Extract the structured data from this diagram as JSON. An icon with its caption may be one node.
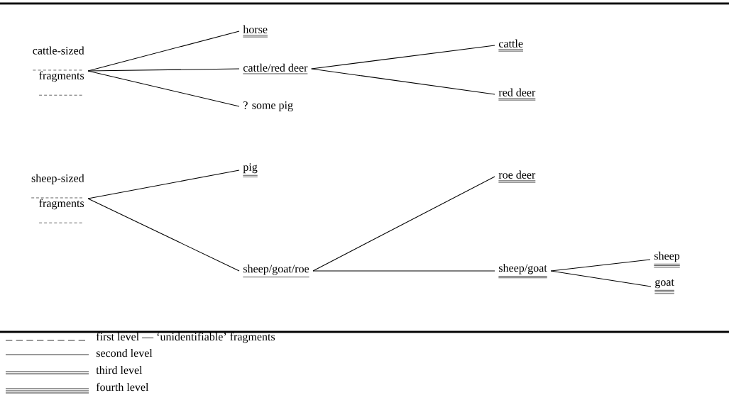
{
  "diagram": {
    "nodes": [
      {
        "text": [
          "cattle-sized fragments"
        ]
      },
      {
        "text": [
          "horse"
        ]
      },
      {
        "text": [
          "cattle/red deer"
        ]
      },
      {
        "text": [
          "? some pig"
        ]
      },
      {
        "text": [
          "cattle"
        ]
      },
      {
        "text": [
          "red deer"
        ]
      },
      {
        "text": [
          "sheep-sized fragments"
        ]
      },
      {
        "text": [
          "pig"
        ]
      },
      {
        "text": [
          "sheep/goat/roe"
        ]
      },
      {
        "text": [
          "roe deer"
        ]
      },
      {
        "text": [
          "sheep/goat"
        ]
      },
      {
        "text": [
          "sheep"
        ]
      },
      {
        "text": [
          "goat"
        ]
      }
    ],
    "edges": [
      {
        "from": 0,
        "to": 1,
        "arrow": "none"
      },
      {
        "from": 0,
        "to": 2,
        "arrow": "none"
      },
      {
        "from": 0,
        "to": 3,
        "arrow": "none"
      },
      {
        "from": 2,
        "to": 4,
        "arrow": "none"
      },
      {
        "from": 2,
        "to": 5,
        "arrow": "none"
      },
      {
        "from": 6,
        "to": 7,
        "arrow": "none"
      },
      {
        "from": 6,
        "to": 8,
        "arrow": "none"
      },
      {
        "from": 8,
        "to": 9,
        "arrow": "none"
      },
      {
        "from": 8,
        "to": 10,
        "arrow": "none"
      },
      {
        "from": 10,
        "to": 11,
        "arrow": "none"
      },
      {
        "from": 10,
        "to": 12,
        "arrow": "none"
      }
    ],
    "legend": [
      {
        "text": "first level — ‘unidentifiable’ fragments"
      },
      {
        "text": "second level"
      },
      {
        "text": "third level"
      },
      {
        "text": "fourth level"
      }
    ]
  }
}
